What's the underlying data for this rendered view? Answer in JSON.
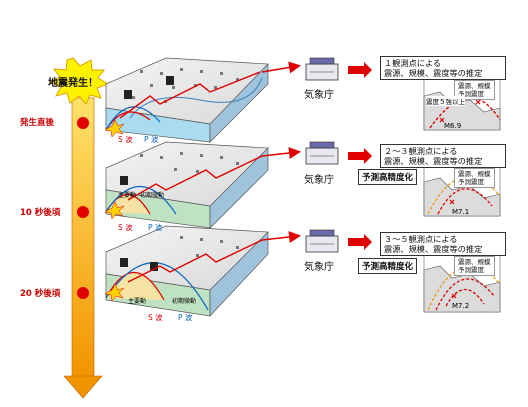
{
  "alert": {
    "text": "地震発生！"
  },
  "timeline": [
    {
      "label": "発生直後"
    },
    {
      "label": "10 秒後頃"
    },
    {
      "label": "20 秒後頃"
    }
  ],
  "panels": [
    {
      "s_wave": "S 波",
      "p_wave": "P 波",
      "agency": "気象庁",
      "header_lines": [
        "１観測点による",
        "震源、規模、震度等の推定"
      ],
      "legend": [
        "震源、規模",
        "予測震度"
      ],
      "intensity_label": "震度５強以上",
      "magnitude": "M6.9"
    },
    {
      "s_wave": "S 波",
      "p_wave": "P 波",
      "main_motion": "主要動",
      "initial_motion": "初期微動",
      "agency": "気象庁",
      "header_lines": [
        "２～３観測点による",
        "震源、規模、震度等の推定"
      ],
      "badge": "予測高精度化",
      "legend": [
        "震源、規模",
        "予測震度"
      ],
      "magnitude": "M7.1"
    },
    {
      "s_wave": "S 波",
      "p_wave": "P 波",
      "main_motion": "主要動",
      "initial_motion": "初期微動",
      "agency": "気象庁",
      "header_lines": [
        "３～５観測点による",
        "震源、規模、震度等の推定"
      ],
      "badge": "予測高精度化",
      "legend": [
        "震源、規模",
        "予測震度"
      ],
      "magnitude": "M7.2"
    }
  ],
  "colors": {
    "accent_red": "#e00000",
    "arrow_orange": "#f29400",
    "s_wave": "#e60012",
    "p_wave": "#0a66c2"
  }
}
